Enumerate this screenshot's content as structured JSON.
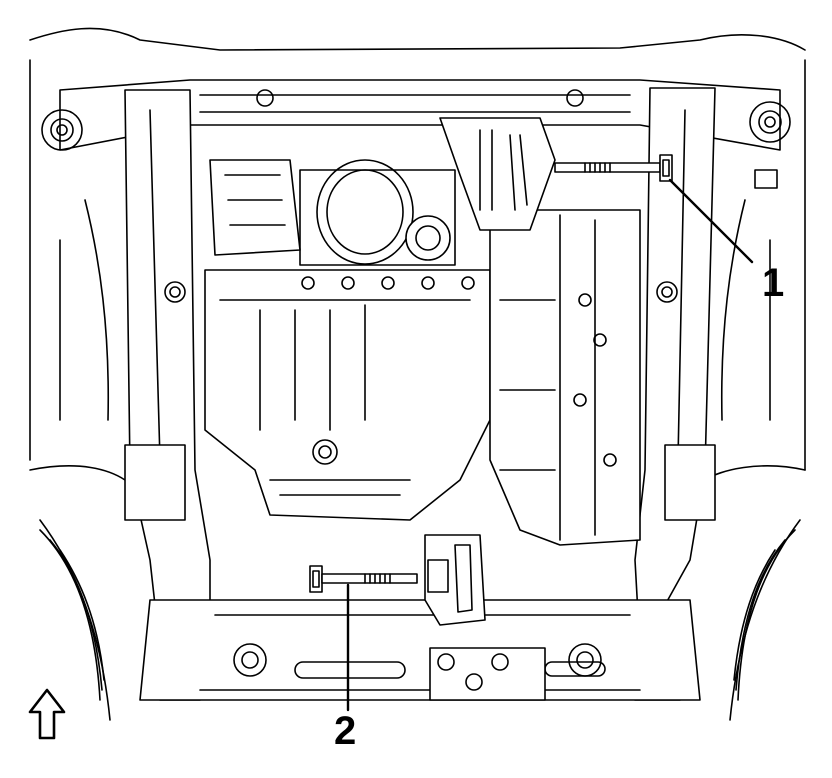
{
  "callouts": [
    {
      "id": "1",
      "label": "1"
    },
    {
      "id": "2",
      "label": "2"
    }
  ],
  "orientation": {
    "icon": "up-arrow-icon"
  },
  "colors": {
    "ink": "#000000",
    "paper": "#ffffff",
    "shade": "#d8d8d8"
  }
}
